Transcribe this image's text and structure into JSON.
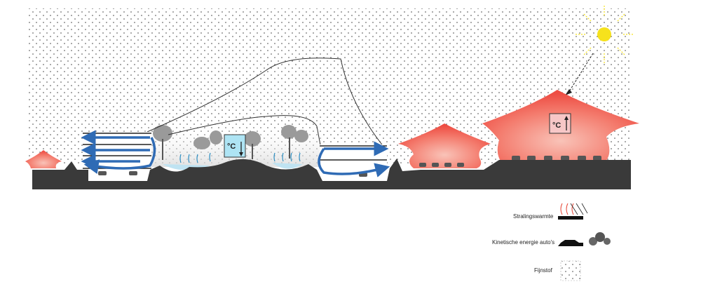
{
  "diagram": {
    "thermo_cool": {
      "label": "°C",
      "direction": "down",
      "color": "#aee4f4"
    },
    "thermo_hot": {
      "label": "°C",
      "direction": "up",
      "color": "#f7c7c7"
    }
  },
  "legend": {
    "items": [
      {
        "id": "radiant-heat",
        "label": "Stralingswarmte",
        "icon": "radiant-heat-icon"
      },
      {
        "id": "kinetic-energy",
        "label": "Kinetische energie auto's",
        "icon": "car-exhaust-icon"
      },
      {
        "id": "particulate",
        "label": "Fijnstof",
        "icon": "dotted-square-icon"
      }
    ]
  },
  "colors": {
    "ground": "#3a3a3a",
    "heat": "#f26b5b",
    "heat_light": "#f9b7ae",
    "cool_air": "#2f6bb5",
    "water": "#bfe3f2",
    "sun": "#f6e21c",
    "dots": "#444444"
  }
}
